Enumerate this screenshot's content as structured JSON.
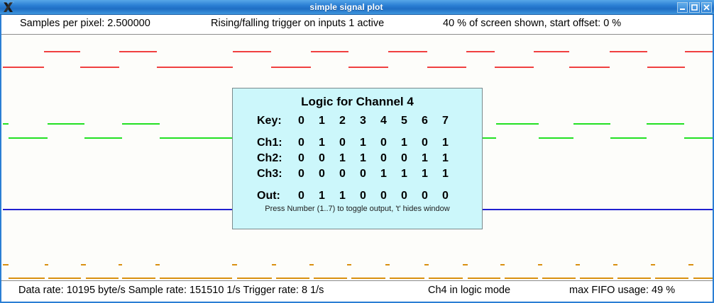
{
  "window": {
    "title": "simple signal plot",
    "icon": "x-logo-icon",
    "buttons": [
      {
        "name": "minimize",
        "glyph": "minimize-icon"
      },
      {
        "name": "maximize",
        "glyph": "maximize-icon"
      },
      {
        "name": "close",
        "glyph": "close-icon"
      }
    ]
  },
  "topbar": {
    "samples_per_pixel": "Samples per pixel: 2.500000",
    "trigger": "Rising/falling trigger on inputs 1 active",
    "screen": "40 % of screen shown, start offset: 0 %"
  },
  "statusbar": {
    "rates": "Data rate: 10195 byte/s Sample rate: 151510 1/s Trigger rate: 8 1/s",
    "mode": "Ch4 in logic mode",
    "fifo": "max FIFO usage: 49 %"
  },
  "dialog": {
    "title": "Logic for Channel 4",
    "hint": "Press Number (1..7) to toggle output, 't' hides window",
    "rows": [
      {
        "label": "Key:",
        "values": [
          "0",
          "1",
          "2",
          "3",
          "4",
          "5",
          "6",
          "7"
        ]
      },
      {
        "label": "Ch1:",
        "values": [
          "0",
          "1",
          "0",
          "1",
          "0",
          "1",
          "0",
          "1"
        ]
      },
      {
        "label": "Ch2:",
        "values": [
          "0",
          "0",
          "1",
          "1",
          "0",
          "0",
          "1",
          "1"
        ]
      },
      {
        "label": "Ch3:",
        "values": [
          "0",
          "0",
          "0",
          "0",
          "1",
          "1",
          "1",
          "1"
        ]
      },
      {
        "label": "Out:",
        "values": [
          "0",
          "1",
          "1",
          "0",
          "0",
          "0",
          "0",
          "0"
        ]
      }
    ]
  },
  "colors": {
    "titlebar": "#2b7fd4",
    "trace_ch1": "#f04040",
    "trace_ch2": "#22e022",
    "trace_ch3": "#2020d0",
    "trace_ch4": "#d99010",
    "dialog_bg": "#ccf7fb",
    "canvas_bg": "#fdfdfa"
  },
  "chart_data": {
    "type": "line",
    "title": "simple signal plot",
    "xlabel": "",
    "ylabel": "",
    "grid": false,
    "legend": "none",
    "x_range": [
      0,
      1002
    ],
    "y_range": [
      0,
      349
    ],
    "note": "Digital logic-analyzer style traces: horizontal level segments only, no vertical edges drawn.",
    "series": [
      {
        "name": "Ch1",
        "color": "#f04040",
        "high_y": 24,
        "low_y": 46,
        "segments": [
          {
            "level": "low",
            "x0": 2,
            "x1": 60
          },
          {
            "level": "high",
            "x0": 60,
            "x1": 111
          },
          {
            "level": "low",
            "x0": 111,
            "x1": 166
          },
          {
            "level": "high",
            "x0": 166,
            "x1": 219
          },
          {
            "level": "low",
            "x0": 219,
            "x1": 326
          },
          {
            "level": "high",
            "x0": 326,
            "x1": 380
          },
          {
            "level": "low",
            "x0": 380,
            "x1": 436
          },
          {
            "level": "high",
            "x0": 436,
            "x1": 489
          },
          {
            "level": "low",
            "x0": 489,
            "x1": 545
          },
          {
            "level": "high",
            "x0": 545,
            "x1": 600
          },
          {
            "level": "low",
            "x0": 600,
            "x1": 655
          },
          {
            "level": "high",
            "x0": 655,
            "x1": 695
          },
          {
            "level": "low",
            "x0": 695,
            "x1": 750
          },
          {
            "level": "high",
            "x0": 750,
            "x1": 800
          },
          {
            "level": "low",
            "x0": 800,
            "x1": 857
          },
          {
            "level": "high",
            "x0": 857,
            "x1": 910
          },
          {
            "level": "low",
            "x0": 910,
            "x1": 963
          },
          {
            "level": "high",
            "x0": 963,
            "x1": 1002
          }
        ]
      },
      {
        "name": "Ch2",
        "color": "#22e022",
        "high_y": 126,
        "low_y": 146,
        "segments": [
          {
            "level": "high",
            "x0": 2,
            "x1": 10
          },
          {
            "level": "low",
            "x0": 10,
            "x1": 65
          },
          {
            "level": "high",
            "x0": 65,
            "x1": 117
          },
          {
            "level": "low",
            "x0": 117,
            "x1": 170
          },
          {
            "level": "high",
            "x0": 170,
            "x1": 223
          },
          {
            "level": "low",
            "x0": 223,
            "x1": 330
          },
          {
            "level": "high",
            "x0": 330,
            "x1": 356
          },
          {
            "level": "low",
            "x0": 356,
            "x1": 383
          },
          {
            "level": "high",
            "x0": 383,
            "x1": 436
          },
          {
            "level": "low",
            "x0": 436,
            "x1": 490
          },
          {
            "level": "high",
            "x0": 490,
            "x1": 543
          },
          {
            "level": "low",
            "x0": 543,
            "x1": 597
          },
          {
            "level": "high",
            "x0": 597,
            "x1": 650
          },
          {
            "level": "low",
            "x0": 650,
            "x1": 697
          },
          {
            "level": "high",
            "x0": 697,
            "x1": 757
          },
          {
            "level": "low",
            "x0": 757,
            "x1": 806
          },
          {
            "level": "high",
            "x0": 806,
            "x1": 858
          },
          {
            "level": "low",
            "x0": 858,
            "x1": 909
          },
          {
            "level": "high",
            "x0": 909,
            "x1": 962
          },
          {
            "level": "low",
            "x0": 962,
            "x1": 1002
          }
        ]
      },
      {
        "name": "Ch3",
        "color": "#2020d0",
        "high_y": 247,
        "low_y": 247,
        "segments": [
          {
            "level": "high",
            "x0": 2,
            "x1": 1002
          }
        ]
      },
      {
        "name": "Ch4",
        "color": "#d99010",
        "high_y": 325,
        "low_y": 344,
        "segments": [
          {
            "level": "high",
            "x0": 2,
            "x1": 10
          },
          {
            "level": "low",
            "x0": 10,
            "x1": 61
          },
          {
            "level": "high",
            "x0": 61,
            "x1": 66
          },
          {
            "level": "low",
            "x0": 66,
            "x1": 112
          },
          {
            "level": "high",
            "x0": 112,
            "x1": 119
          },
          {
            "level": "low",
            "x0": 119,
            "x1": 165
          },
          {
            "level": "high",
            "x0": 165,
            "x1": 170
          },
          {
            "level": "low",
            "x0": 170,
            "x1": 217
          },
          {
            "level": "high",
            "x0": 217,
            "x1": 223
          },
          {
            "level": "low",
            "x0": 223,
            "x1": 325
          },
          {
            "level": "high",
            "x0": 325,
            "x1": 332
          },
          {
            "level": "low",
            "x0": 332,
            "x1": 381
          },
          {
            "level": "high",
            "x0": 381,
            "x1": 387
          },
          {
            "level": "low",
            "x0": 387,
            "x1": 434
          },
          {
            "level": "high",
            "x0": 434,
            "x1": 440
          },
          {
            "level": "low",
            "x0": 440,
            "x1": 487
          },
          {
            "level": "high",
            "x0": 487,
            "x1": 493
          },
          {
            "level": "low",
            "x0": 493,
            "x1": 541
          },
          {
            "level": "high",
            "x0": 541,
            "x1": 547
          },
          {
            "level": "low",
            "x0": 547,
            "x1": 596
          },
          {
            "level": "high",
            "x0": 596,
            "x1": 602
          },
          {
            "level": "low",
            "x0": 602,
            "x1": 650
          },
          {
            "level": "high",
            "x0": 650,
            "x1": 657
          },
          {
            "level": "low",
            "x0": 657,
            "x1": 703
          },
          {
            "level": "high",
            "x0": 703,
            "x1": 709
          },
          {
            "level": "low",
            "x0": 709,
            "x1": 756
          },
          {
            "level": "high",
            "x0": 756,
            "x1": 762
          },
          {
            "level": "low",
            "x0": 762,
            "x1": 809
          },
          {
            "level": "high",
            "x0": 809,
            "x1": 815
          },
          {
            "level": "low",
            "x0": 815,
            "x1": 862
          },
          {
            "level": "high",
            "x0": 862,
            "x1": 868
          },
          {
            "level": "low",
            "x0": 868,
            "x1": 915
          },
          {
            "level": "high",
            "x0": 915,
            "x1": 921
          },
          {
            "level": "low",
            "x0": 921,
            "x1": 968
          },
          {
            "level": "high",
            "x0": 968,
            "x1": 975
          },
          {
            "level": "low",
            "x0": 975,
            "x1": 1002
          }
        ]
      }
    ]
  }
}
